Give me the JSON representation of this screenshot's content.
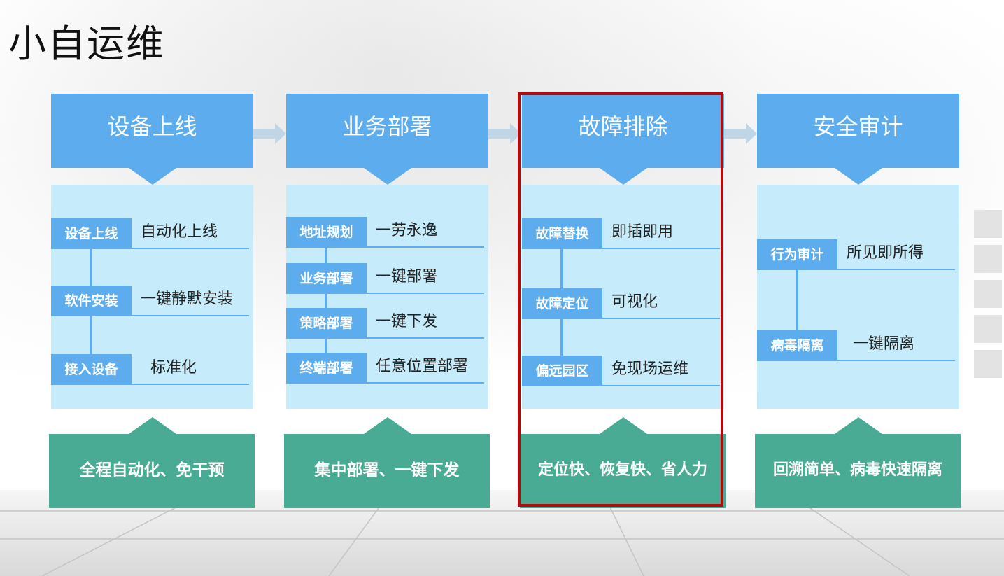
{
  "title": "小自运维",
  "colors": {
    "header_blue": "#5dadee",
    "body_light_blue": "#c6ebfa",
    "footer_green": "#4aab94",
    "highlight_red": "#b40a0a"
  },
  "columns": [
    {
      "header": "设备上线",
      "items": [
        {
          "tag": "设备上线",
          "value": "自动化上线"
        },
        {
          "tag": "软件安装",
          "value": "一键静默安装"
        },
        {
          "tag": "接入设备",
          "value": "标准化"
        }
      ],
      "footer": "全程自动化、免干预"
    },
    {
      "header": "业务部署",
      "items": [
        {
          "tag": "地址规划",
          "value": "一劳永逸"
        },
        {
          "tag": "业务部署",
          "value": "一键部署"
        },
        {
          "tag": "策略部署",
          "value": "一键下发"
        },
        {
          "tag": "终端部署",
          "value": "任意位置部署"
        }
      ],
      "footer": "集中部署、一键下发"
    },
    {
      "header": "故障排除",
      "highlighted": true,
      "items": [
        {
          "tag": "故障替换",
          "value": "即插即用"
        },
        {
          "tag": "故障定位",
          "value": "可视化"
        },
        {
          "tag": "偏远园区",
          "value": "免现场运维"
        }
      ],
      "footer": "定位快、恢复快、省人力"
    },
    {
      "header": "安全审计",
      "items": [
        {
          "tag": "行为审计",
          "value": "所见即所得"
        },
        {
          "tag": "病毒隔离",
          "value": "一键隔离"
        }
      ],
      "footer": "回溯简单、病毒快速隔离"
    }
  ]
}
